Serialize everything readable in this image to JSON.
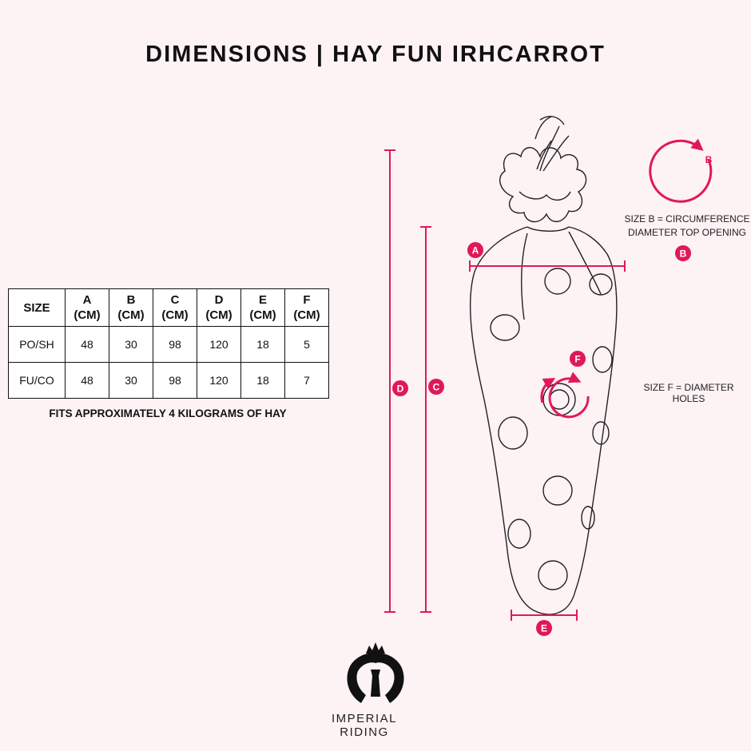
{
  "title": "DIMENSIONS | HAY FUN IRHCARROT",
  "table": {
    "headers": [
      {
        "top": "SIZE",
        "bottom": ""
      },
      {
        "top": "A",
        "bottom": "(CM)"
      },
      {
        "top": "B",
        "bottom": "(CM)"
      },
      {
        "top": "C",
        "bottom": "(CM)"
      },
      {
        "top": "D",
        "bottom": "(CM)"
      },
      {
        "top": "E",
        "bottom": "(CM)"
      },
      {
        "top": "F",
        "bottom": "(CM)"
      }
    ],
    "rows": [
      [
        "PO/SH",
        "48",
        "30",
        "98",
        "120",
        "18",
        "5"
      ],
      [
        "FU/CO",
        "48",
        "30",
        "98",
        "120",
        "18",
        "7"
      ]
    ]
  },
  "note": "FITS APPROXIMATELY 4 KILOGRAMS OF HAY",
  "diagram": {
    "markers": [
      "A",
      "B",
      "C",
      "D",
      "E",
      "F"
    ],
    "size_b_label_line1": "SIZE B = CIRCUMFERENCE",
    "size_b_label_line2": "DIAMETER TOP OPENING",
    "size_f_label": "SIZE F = DIAMETER HOLES",
    "accent_color": "#e0185a"
  },
  "logo": {
    "line1": "IMPERIAL",
    "line2": "RIDING"
  }
}
